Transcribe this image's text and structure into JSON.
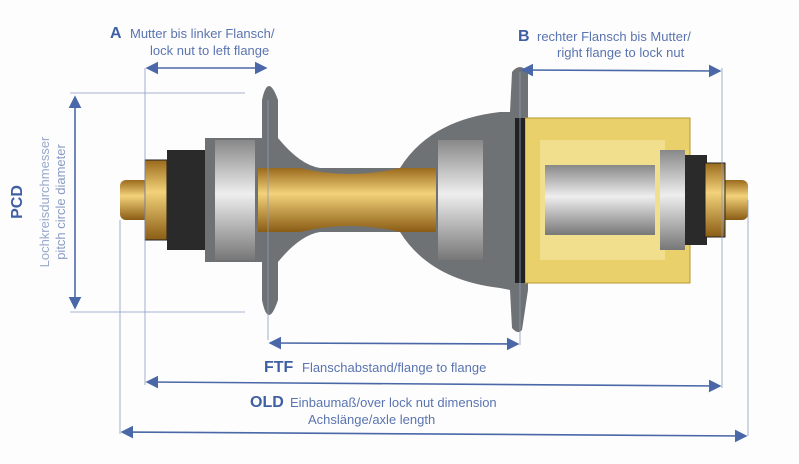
{
  "labels": {
    "a": {
      "key": "A",
      "line1": "Mutter bis linker Flansch/",
      "line2": "lock nut to left flange"
    },
    "b": {
      "key": "B",
      "line1": "rechter Flansch bis Mutter/",
      "line2": "right flange to lock nut"
    },
    "ftf": {
      "key": "FTF",
      "text": "Flanschabstand/flange to flange"
    },
    "old": {
      "key": "OLD",
      "text": "Einbaumaß/over lock nut dimension",
      "line2": "Achslänge/axle length"
    },
    "pcd": {
      "key": "PCD",
      "line1": "Lochkreisdurchmesser",
      "line2": "pitch circle diameter"
    }
  },
  "colors": {
    "dimension": "#4a68a8",
    "axle": "#e3b54c",
    "body": "#6f7275",
    "freehub": "#e9c75a"
  }
}
